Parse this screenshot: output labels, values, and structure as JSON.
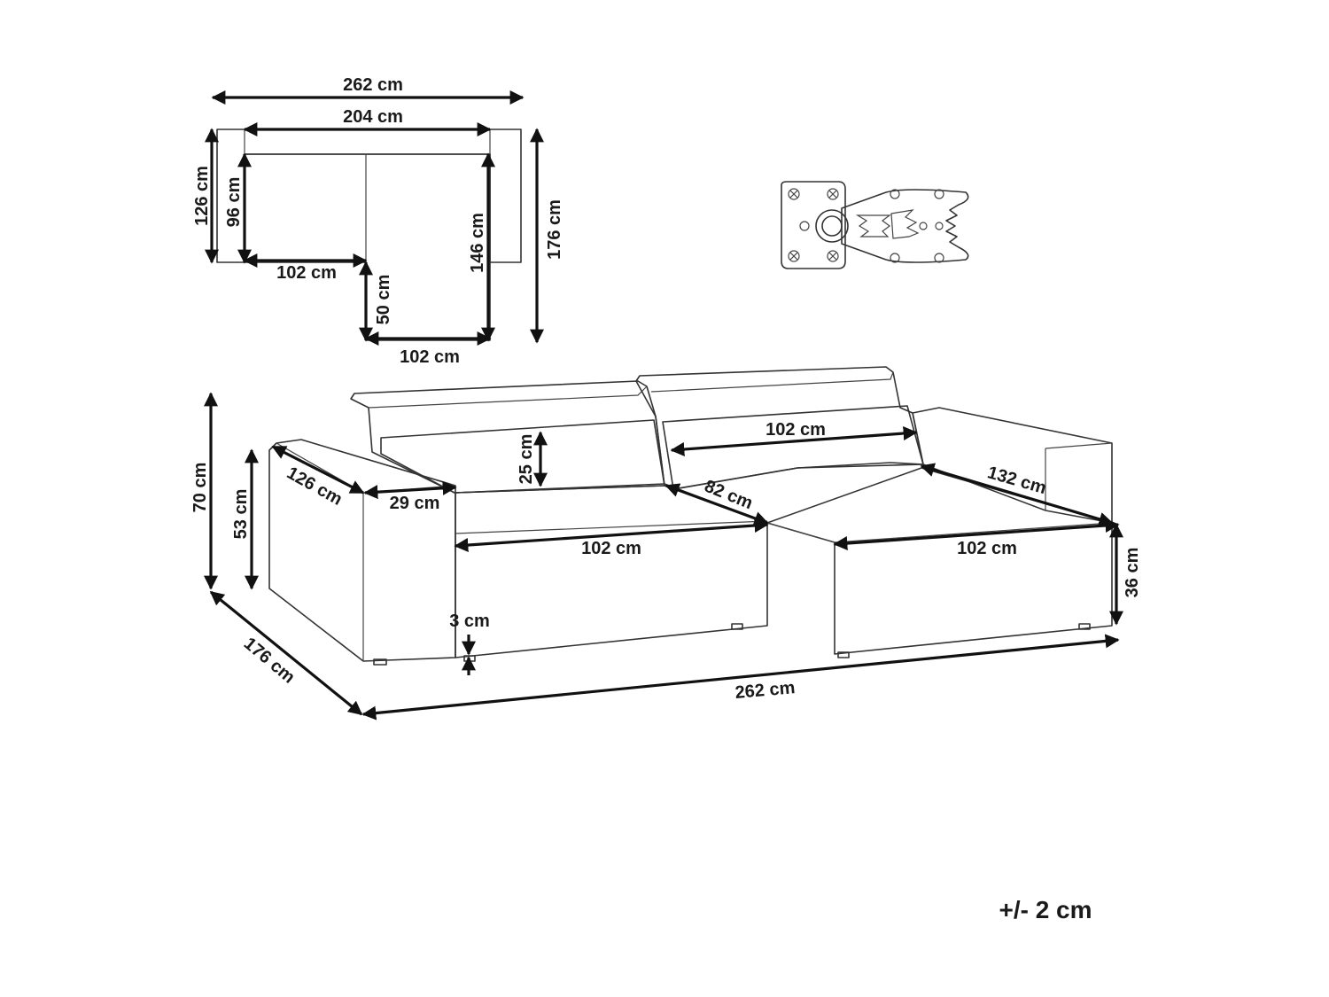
{
  "top_view": {
    "overall_width": "262 cm",
    "inner_width": "204 cm",
    "depth_left": "126 cm",
    "seat_depth_left": "96 cm",
    "seat_width_left": "102 cm",
    "chaise_length": "146 cm",
    "overall_depth": "176 cm",
    "chaise_extension": "50 cm",
    "chaise_width": "102 cm"
  },
  "front_view": {
    "total_height": "70 cm",
    "armrest_height": "53 cm",
    "armrest_depth": "126 cm",
    "armrest_width": "29 cm",
    "cushion_height": "25 cm",
    "backrest_width": "102 cm",
    "seat_depth": "82 cm",
    "chaise_depth": "132 cm",
    "seat_width_left": "102 cm",
    "seat_width_right": "102 cm",
    "seat_height": "36 cm",
    "leg_height": "3 cm",
    "total_depth": "176 cm",
    "total_width": "262 cm"
  },
  "connector_icon": "bracket-connector-icon",
  "tolerance": "+/- 2 cm"
}
